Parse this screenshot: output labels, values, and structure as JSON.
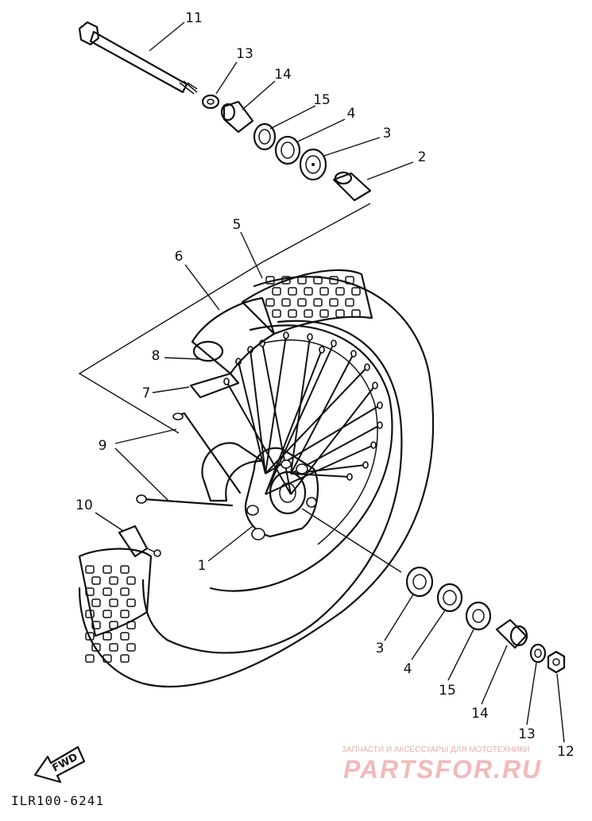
{
  "diagram": {
    "code": "ILR100-6241",
    "direction_arrow": "FWD",
    "callouts": [
      "11",
      "13",
      "14",
      "15",
      "4",
      "3",
      "2",
      "5",
      "6",
      "8",
      "7",
      "9",
      "10",
      "1",
      "3",
      "4",
      "15",
      "14",
      "13",
      "12"
    ]
  },
  "watermark": {
    "caption": "ЗАПЧАСТИ И АКСЕССУАРЫ ДЛЯ МОТОТЕХНИКИ",
    "logo": "PARTSFOR.RU"
  },
  "colors": {
    "line": "#111111",
    "background": "#ffffff",
    "watermark": "#f2b9b9"
  }
}
